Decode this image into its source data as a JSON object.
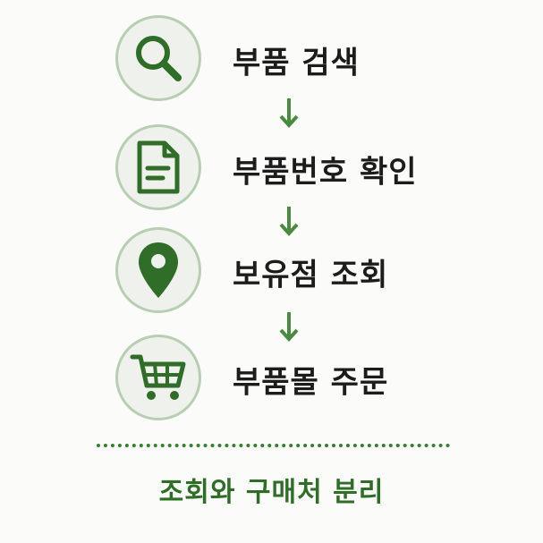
{
  "steps": [
    {
      "label": "부품 검색",
      "icon": "search-icon"
    },
    {
      "label": "부품번호 확인",
      "icon": "document-icon"
    },
    {
      "label": "보유점 조회",
      "icon": "location-pin-icon"
    },
    {
      "label": "부품몰 주문",
      "icon": "shopping-cart-icon"
    }
  ],
  "footer": {
    "text": "조회와 구매처 분리"
  },
  "colors": {
    "accent_green": "#2f6d28",
    "circle_fill": "#eef1ec",
    "circle_border": "#b7ceb3",
    "text": "#1c1c1c"
  }
}
